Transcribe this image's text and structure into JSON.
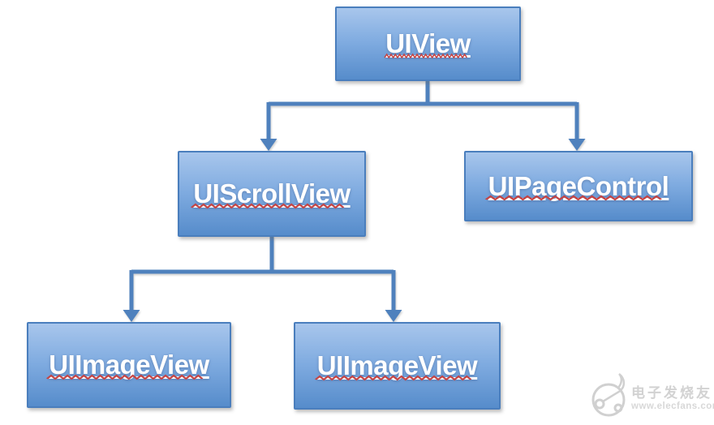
{
  "diagram": {
    "type": "tree-hierarchy",
    "nodes": [
      {
        "id": "uiview",
        "label": "UIView"
      },
      {
        "id": "uiscrollview",
        "label": "UIScrollView"
      },
      {
        "id": "uipagecontrol",
        "label": "UIPageControl"
      },
      {
        "id": "uiimageview-left",
        "label": "UIImageView"
      },
      {
        "id": "uiimageview-right",
        "label": "UIImageView"
      }
    ],
    "edges": [
      {
        "from": "uiview",
        "to": "uiscrollview"
      },
      {
        "from": "uiview",
        "to": "uipagecontrol"
      },
      {
        "from": "uiscrollview",
        "to": "uiimageview-left"
      },
      {
        "from": "uiscrollview",
        "to": "uiimageview-right"
      }
    ],
    "colors": {
      "node_fill_top": "#A8C6EC",
      "node_fill_bottom": "#568CCB",
      "node_border": "#4A7EBD",
      "connector": "#4F81BD",
      "label_text": "#FFFFFF",
      "label_underline": "#FFFFFF",
      "spellcheck_squiggle": "#C44444"
    }
  },
  "watermark": {
    "brand": "电子发烧友",
    "url": "www.elecfans.com",
    "logo": "elecfans-circuit-logo",
    "color": "#D4D4D4"
  }
}
